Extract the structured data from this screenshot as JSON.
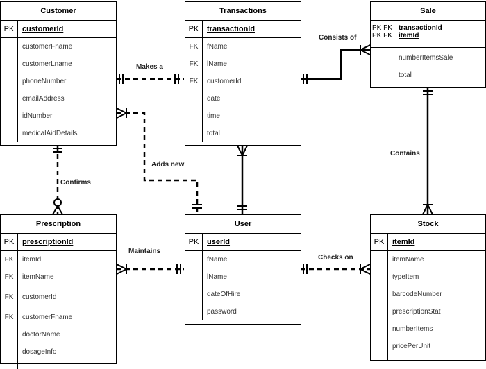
{
  "entities": {
    "customer": {
      "title": "Customer",
      "pk_key": "PK",
      "pk_field": "customerId",
      "attributes": [
        {
          "key": "",
          "name": "customerFname"
        },
        {
          "key": "",
          "name": "customerLname"
        },
        {
          "key": "",
          "name": "phoneNumber"
        },
        {
          "key": "",
          "name": "emailAddress"
        },
        {
          "key": "",
          "name": "idNumber"
        },
        {
          "key": "",
          "name": "medicalAidDetails"
        }
      ]
    },
    "transactions": {
      "title": "Transactions",
      "pk_key": "PK",
      "pk_field": "transactionId",
      "attributes": [
        {
          "key": "FK",
          "name": "fName"
        },
        {
          "key": "FK",
          "name": "lName"
        },
        {
          "key": "FK",
          "name": "customerId"
        },
        {
          "key": "",
          "name": "date"
        },
        {
          "key": "",
          "name": "time"
        },
        {
          "key": "",
          "name": "total"
        }
      ]
    },
    "sale": {
      "title": "Sale",
      "pk_key1": "PK FK",
      "pk_key2": "PK FK",
      "pk_field1": "transactionId",
      "pk_field2": "itemId",
      "attributes": [
        {
          "key": "",
          "name": "numberItemsSale"
        },
        {
          "key": "",
          "name": "total"
        }
      ]
    },
    "prescription": {
      "title": "Prescription",
      "pk_key": "PK",
      "pk_field": "prescriptionId",
      "attributes": [
        {
          "key": "FK",
          "name": "itemId"
        },
        {
          "key": "FK",
          "name": "itemName"
        },
        {
          "key": "FK",
          "name": "customerId"
        },
        {
          "key": "FK",
          "name": "customerFname"
        },
        {
          "key": "",
          "name": "doctorName"
        },
        {
          "key": "",
          "name": "dosageInfo"
        }
      ]
    },
    "user": {
      "title": "User",
      "pk_key": "PK",
      "pk_field": "userId",
      "attributes": [
        {
          "key": "",
          "name": "fName"
        },
        {
          "key": "",
          "name": "lName"
        },
        {
          "key": "",
          "name": "dateOfHire"
        },
        {
          "key": "",
          "name": "password"
        }
      ]
    },
    "stock": {
      "title": "Stock",
      "pk_key": "PK",
      "pk_field": "itemId",
      "attributes": [
        {
          "key": "",
          "name": "itemName"
        },
        {
          "key": "",
          "name": "typeItem"
        },
        {
          "key": "",
          "name": "barcodeNumber"
        },
        {
          "key": "",
          "name": "prescriptionStat"
        },
        {
          "key": "",
          "name": "numberItems"
        },
        {
          "key": "",
          "name": "pricePerUnit"
        }
      ]
    }
  },
  "relationships": {
    "makes_a": "Makes a",
    "consists_of": "Consists of",
    "adds_new": "Adds new",
    "contains": "Contains",
    "confirms": "Confirms",
    "maintains": "Maintains",
    "checks_on": "Checks on"
  }
}
